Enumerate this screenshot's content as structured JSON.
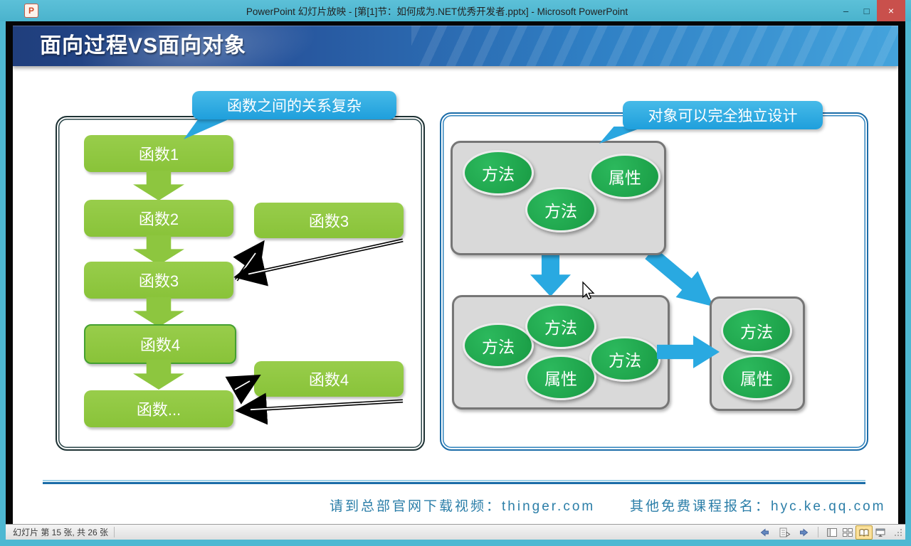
{
  "window": {
    "title": "PowerPoint 幻灯片放映 - [第[1]节：如何成为.NET优秀开发者.pptx] - Microsoft PowerPoint",
    "app_icon": "powerpoint",
    "controls": {
      "minimize": "–",
      "maximize": "□",
      "close": "×"
    }
  },
  "slide": {
    "title": "面向过程VS面向对象",
    "left": {
      "callout": "函数之间的关系复杂",
      "flow": [
        "函数1",
        "函数2",
        "函数3",
        "函数4",
        "函数..."
      ],
      "side": [
        "函数3",
        "函数4"
      ]
    },
    "right": {
      "callout": "对象可以完全独立设计",
      "obj1": [
        "方法",
        "属性",
        "方法"
      ],
      "obj2": [
        "方法",
        "方法",
        "属性",
        "方法"
      ],
      "obj3": [
        "方法",
        "属性"
      ]
    },
    "footer": {
      "left": "请到总部官网下载视频：thinger.com",
      "right": "其他免费课程报名：hyc.ke.qq.com"
    }
  },
  "status_bar": {
    "slide_indicator": "幻灯片 第 15 张, 共 26 张",
    "icons": [
      "previous-slide",
      "navigation-menu",
      "next-slide",
      "normal-view",
      "slide-sorter-view",
      "reading-view",
      "slideshow-view",
      "resize-grip"
    ],
    "active_view": "reading-view"
  },
  "colors": {
    "titlebar_teal": "#4eb8d2",
    "close_red": "#c9504c",
    "header_navy": "#203e7c",
    "header_blue": "#44a3dc",
    "flow_green": "#8dc63f",
    "ellipse_green": "#1da24c",
    "callout_blue": "#29a9e1",
    "object_gray": "#d9d9d9",
    "frame_blue": "#1b6ca8",
    "footer_text_blue": "#2b7ea8"
  }
}
